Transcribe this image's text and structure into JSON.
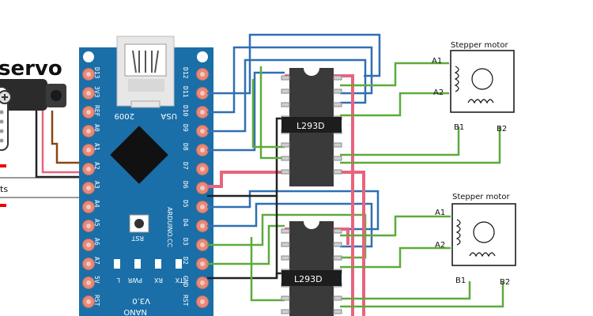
{
  "servo": {
    "title": "servo",
    "side_label": "ts"
  },
  "arduino": {
    "left_pins": [
      "D13",
      "3V3",
      "REF",
      "A0",
      "A1",
      "A2",
      "A3",
      "A4",
      "A5",
      "A6",
      "A7",
      "5V",
      "RST"
    ],
    "right_pins": [
      "D12",
      "D11",
      "D10",
      "D9",
      "D8",
      "D7",
      "D6",
      "D5",
      "D4",
      "D3",
      "D2",
      "GND",
      "RST"
    ],
    "usb_left": "2009",
    "usb_right": "USA",
    "reset_label": "RST",
    "brand_label": "ARDUINO.CC",
    "model_label": "NANO",
    "version_label": "V3.0",
    "led_labels": [
      "L",
      "PWR",
      "RX",
      "TX"
    ],
    "accent_color": "#1a6fa8"
  },
  "drivers": [
    {
      "label": "L293D"
    },
    {
      "label": "L293D"
    }
  ],
  "motors": [
    {
      "title": "Stepper motor",
      "pins": [
        "A1",
        "A2",
        "B1",
        "B2"
      ]
    },
    {
      "title": "Stepper motor",
      "pins": [
        "A1",
        "A2",
        "B1",
        "B2"
      ]
    }
  ],
  "wire_colors": {
    "blue": "#2f6fb3",
    "green": "#5cab3c",
    "pink": "#e8647e",
    "black": "#222222",
    "brown": "#8b4513"
  }
}
